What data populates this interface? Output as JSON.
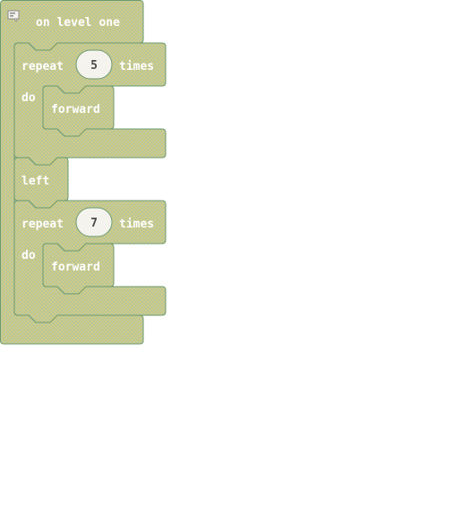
{
  "colors": {
    "block_fill_a": "#c9c984",
    "block_fill_b": "#b8c7ad",
    "block_stroke": "#6b9a6e",
    "text": "#ffffff",
    "field_text": "#4a4a4a",
    "field_bg": "#f4f3ee"
  },
  "program": {
    "event": {
      "label": "on level one",
      "icon": "comment-icon"
    },
    "blocks": [
      {
        "type": "repeat",
        "repeat_label": "repeat",
        "count": "5",
        "times_label": "times",
        "do_label": "do",
        "body": [
          {
            "label": "forward"
          }
        ]
      },
      {
        "type": "statement",
        "label": "left"
      },
      {
        "type": "repeat",
        "repeat_label": "repeat",
        "count": "7",
        "times_label": "times",
        "do_label": "do",
        "body": [
          {
            "label": "forward"
          }
        ]
      }
    ]
  }
}
